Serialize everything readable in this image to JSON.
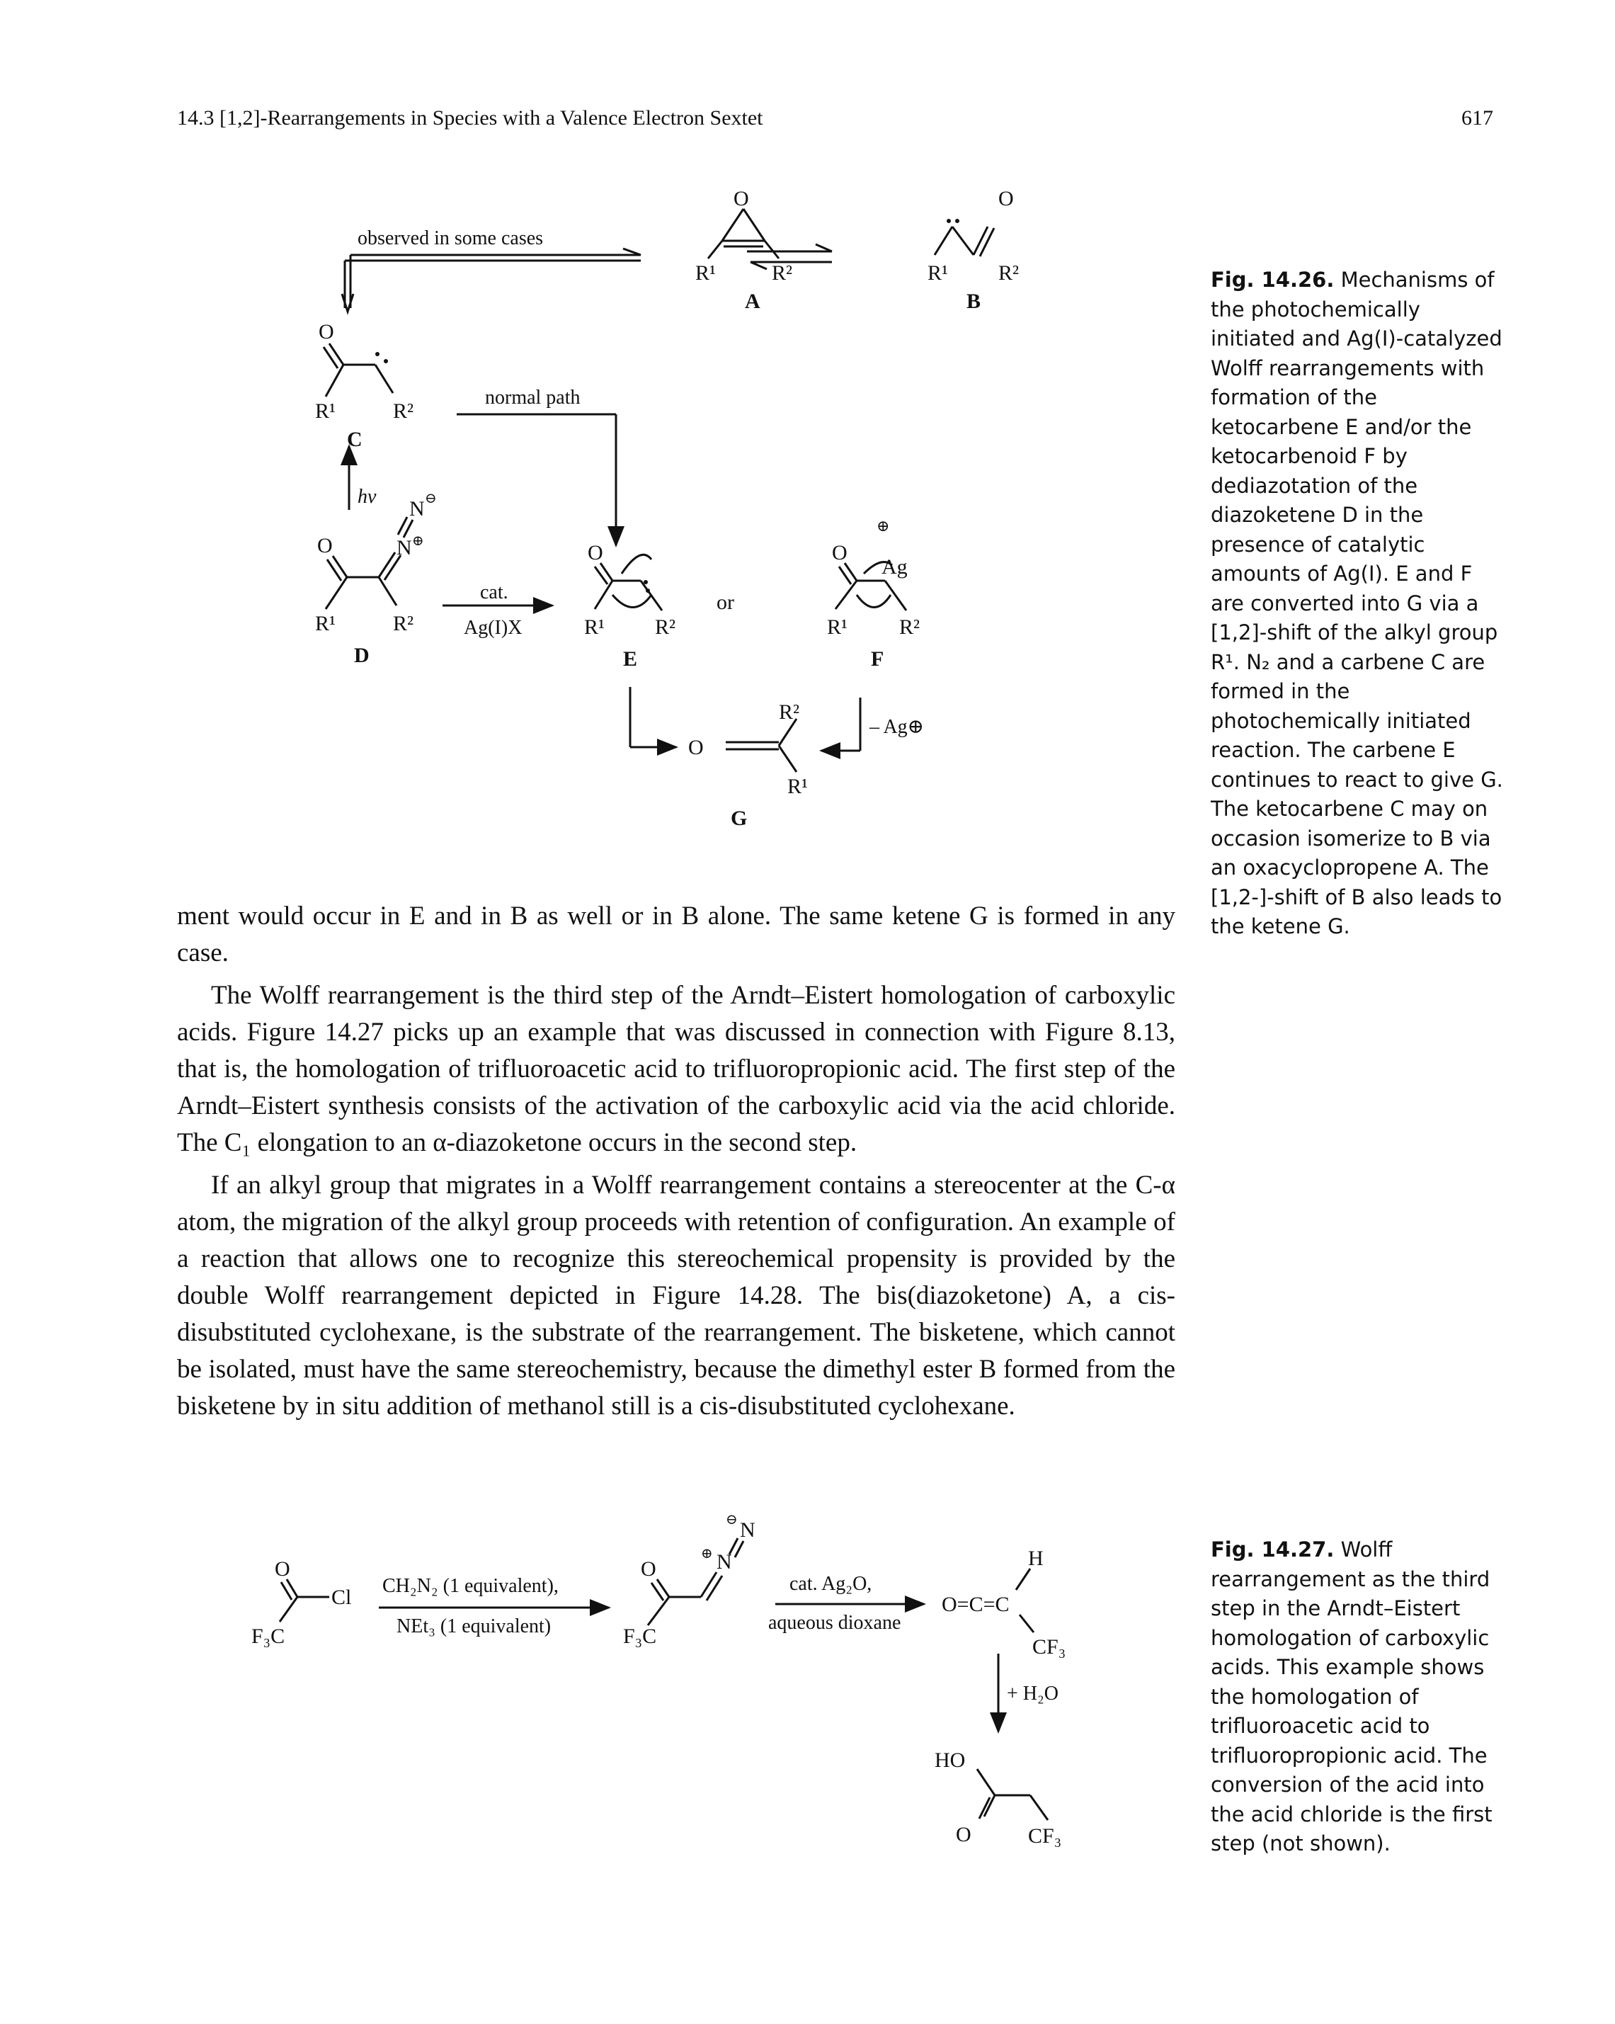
{
  "header": {
    "running_head": "14.3 [1,2]-Rearrangements in Species with a Valence Electron Sextet",
    "page_number": "617"
  },
  "figure_14_26": {
    "caption_label": "Fig. 14.26.",
    "caption_text": "Mechanisms of the photochemically initiated and Ag(I)-catalyzed Wolff rearrangements with formation of the ketocarbene E and/or the ketocarbenoid F by dediazotation of the diazoketene D in the presence of catalytic amounts of Ag(I). E and F are converted into G via a [1,2]-shift of the alkyl group R¹. N₂ and a carbene C are formed in the photochemically initiated reaction. The carbene E continues to react to give G. The ketocarbene C may on occasion isomerize to B via an oxacyclopropene A. The [1,2-]-shift of B also leads to the ketene G.",
    "labels": {
      "observed": "observed in some cases",
      "normal_path": "normal path",
      "hv": "hν",
      "cat": "cat.",
      "agx": "Ag(I)X",
      "or": "or",
      "minus_ag": "– Ag⊕",
      "A": "A",
      "B": "B",
      "C": "C",
      "D": "D",
      "E": "E",
      "F": "F",
      "G": "G",
      "O": "O",
      "R1": "R¹",
      "R2": "R²",
      "N": "N",
      "Ag": "Ag",
      "plus": "⊕",
      "minus": "⊖"
    }
  },
  "body": {
    "p1": "ment would occur in E and in B as well or in B alone. The same ketene G is formed in any case.",
    "p2": "The Wolff rearrangement is the third step of the Arndt–Eistert homologation of carboxylic acids. Figure 14.27 picks up an example that was discussed in connection with Figure 8.13, that is, the homologation of trifluoroacetic acid to trifluoropropionic acid. The first step of the Arndt–Eistert synthesis consists of the activation of the carboxylic acid via the acid chloride. The C₁ elongation to an α-diazoketone occurs in the second step.",
    "p3": "If an alkyl group that migrates in a Wolff rearrangement contains a stereocenter at the C-α atom, the migration of the alkyl group proceeds with retention of configuration. An example of a reaction that allows one to recognize this stereochemical propensity is provided by the double Wolff rearrangement depicted in Figure 14.28. The bis(diazoketone) A, a cis-disubstituted cyclohexane, is the substrate of the rearrangement. The bisketene, which cannot be isolated, must have the same stereochemistry, because the dimethyl ester B formed from the bisketene by in situ addition of methanol still is a cis-disubstituted cyclohexane."
  },
  "figure_14_27": {
    "caption_label": "Fig. 14.27.",
    "caption_text": "Wolff rearrangement as the third step in the Arndt–Eistert homologation of carboxylic acids. This example shows the homologation of trifluoroacetic acid to trifluoropropionic acid. The conversion of the acid into the acid chloride is the first step (not shown).",
    "labels": {
      "reagent1_top": "CH₂N₂ (1 equivalent),",
      "reagent1_bottom": "NEt₃ (1 equivalent)",
      "reagent2_top": "cat. Ag₂O,",
      "reagent2_bottom": "aqueous dioxane",
      "water": "+ H₂O",
      "O": "O",
      "Cl": "Cl",
      "F3C": "F₃C",
      "CF3": "CF₃",
      "H": "H",
      "HO": "HO",
      "N": "N",
      "ketene": "O=C=C",
      "plus": "⊕",
      "minus": "⊖"
    }
  }
}
